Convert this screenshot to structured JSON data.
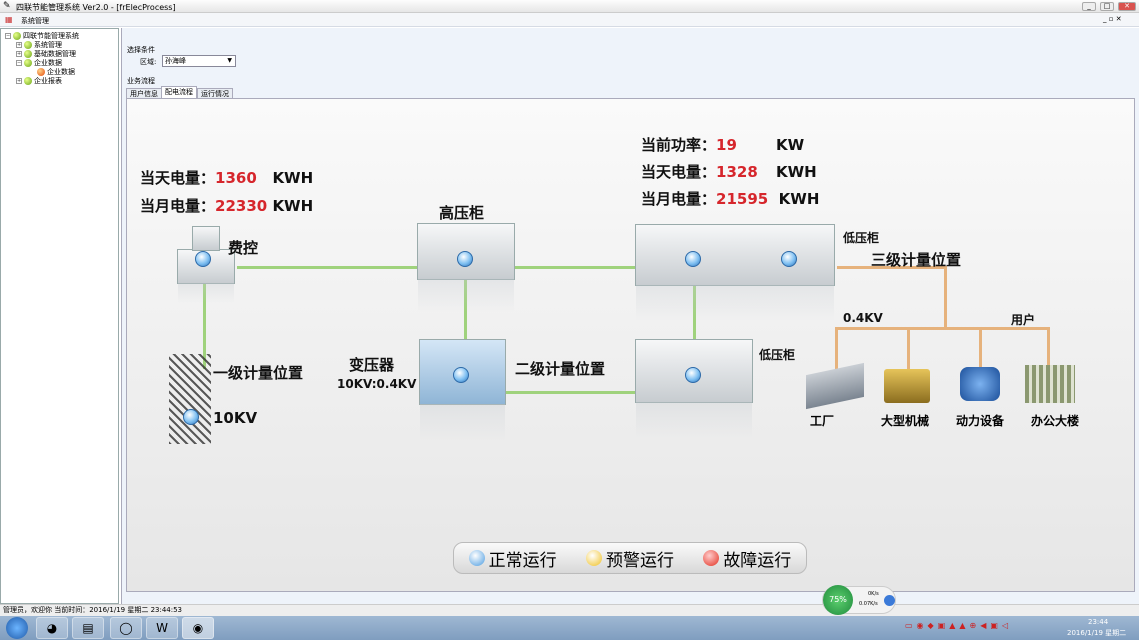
{
  "window": {
    "title": "四联节能管理系统 Ver2.0 - [frElecProcess]",
    "min": "_",
    "max": "□",
    "close": "✕"
  },
  "menu": {
    "item": "系统管理"
  },
  "tree": {
    "root": "四联节能管理系统",
    "items": [
      "系统管理",
      "基础数据管理",
      "企业数据",
      "企业数据",
      "企业报表"
    ]
  },
  "filter": {
    "group": "选择条件",
    "region_label": "区域:",
    "region_value": "孙海峰"
  },
  "flow": {
    "group": "业务流程",
    "tabs": [
      "用户信息",
      "配电流程",
      "运行情况"
    ],
    "active_tab": 1
  },
  "diagram": {
    "left_stats": [
      {
        "label": "当天电量：",
        "value": "1360",
        "unit": "KWH"
      },
      {
        "label": "当月电量：",
        "value": "22330",
        "unit": "KWH"
      }
    ],
    "right_stats": [
      {
        "label": "当前功率：",
        "value": "19",
        "unit": "KW"
      },
      {
        "label": "当天电量：",
        "value": "1328",
        "unit": "KWH"
      },
      {
        "label": "当月电量：",
        "value": "21595",
        "unit": "KWH"
      }
    ],
    "labels": {
      "fee": "费控",
      "hv": "高压柜",
      "lv1": "低压柜",
      "lv2": "低压柜",
      "level3": "三级计量位置",
      "v04": "0.4KV",
      "user": "用户",
      "level1": "一级计量位置",
      "kv10": "10KV",
      "transformer": "变压器",
      "ratio": "10KV:0.4KV",
      "level2": "二级计量位置"
    },
    "users": [
      "工厂",
      "大型机械",
      "动力设备",
      "办公大楼"
    ]
  },
  "legend": [
    {
      "label": "正常运行",
      "color": "#4a9be0"
    },
    {
      "label": "预警运行",
      "color": "#f0c020"
    },
    {
      "label": "故障运行",
      "color": "#e23020"
    }
  ],
  "status": {
    "text": "管理员，欢迎你  当前时间：2016/1/19 星期二 23:44:53"
  },
  "net": {
    "percent": "75%",
    "up": "0K/s",
    "down": "0.07K/s"
  },
  "clock": {
    "time": "23:44",
    "date": "2016/1/19 星期二"
  }
}
